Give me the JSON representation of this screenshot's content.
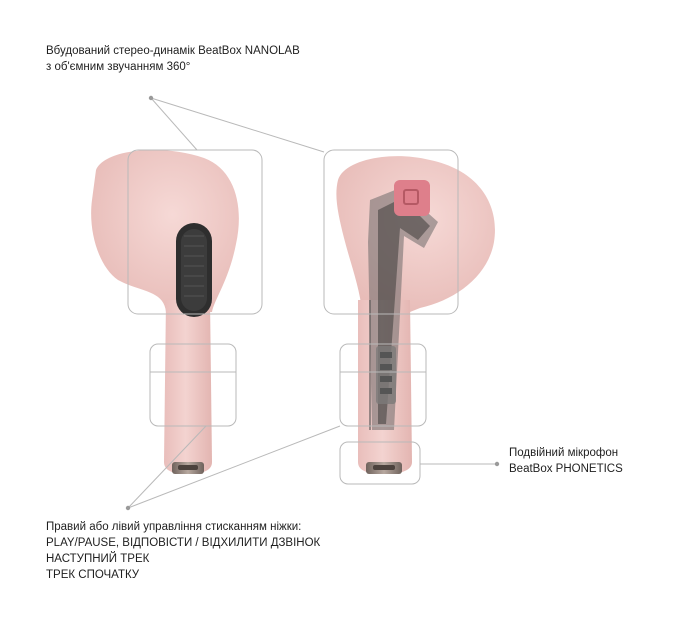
{
  "speaker_caption": {
    "line1": "Вбудований стерео-динамік  BeatBox  NANOLAB",
    "line2": "з  об'ємним звучанням 360°"
  },
  "mic_caption": {
    "line1": "Подвійний мікрофон",
    "line2": "BeatBox PHONETICS"
  },
  "control_caption": {
    "title": "Правий або лівий управління стисканням ніжки:",
    "items": [
      "PLAY/PAUSE, ВІДПОВІСТИ / ВІДХИЛИТИ ДЗВІНОК",
      "НАСТУПНИЙ ТРЕК",
      "ТРЕК СПОЧАТКУ"
    ]
  },
  "colors": {
    "earbud_pink": "#f1cdca",
    "earbud_shade": "#e2b2ae",
    "callout_line": "#b9b9b9",
    "grille": "#2e2e2e",
    "metal_tip": "#8a7a72"
  },
  "icons": [
    "speaker-grille",
    "internal-circuit",
    "microphone-tip"
  ]
}
